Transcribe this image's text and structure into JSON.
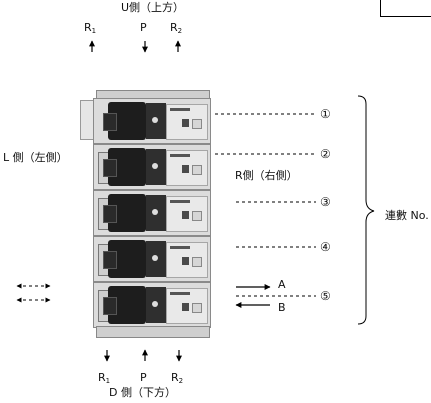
{
  "top": {
    "title": "U側（上方）",
    "ports": [
      {
        "label": "R",
        "sub": "1"
      },
      {
        "label": "P",
        "sub": ""
      },
      {
        "label": "R",
        "sub": "2"
      }
    ]
  },
  "bottom": {
    "title": "D 側（下方）",
    "ports": [
      {
        "label": "R",
        "sub": "1"
      },
      {
        "label": "P",
        "sub": ""
      },
      {
        "label": "R",
        "sub": "2"
      }
    ]
  },
  "left_label": "L 側（左側）",
  "right_label": "R側（右側）",
  "stations_label": "連數 No.",
  "stations": [
    "①",
    "②",
    "③",
    "④",
    "⑤"
  ],
  "port_a": "A",
  "port_b": "B"
}
